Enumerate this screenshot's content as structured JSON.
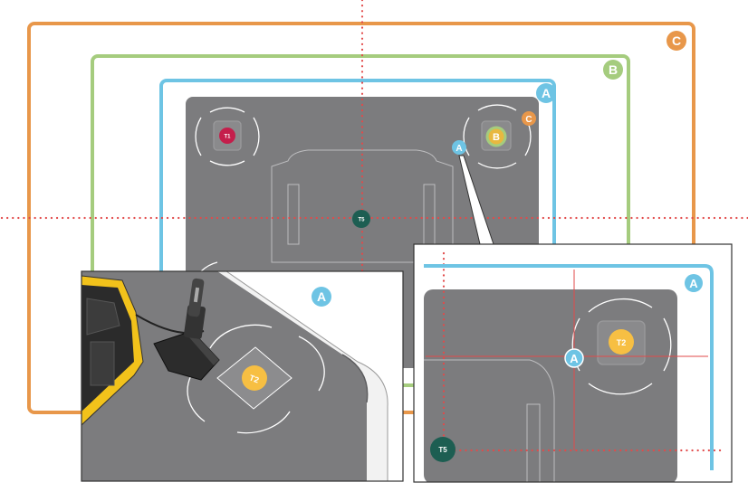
{
  "zones": {
    "c": {
      "label": "C",
      "color": "#E8974A"
    },
    "b": {
      "label": "B",
      "color": "#A5CC7E"
    },
    "a": {
      "label": "A",
      "color": "#6EC4E4"
    }
  },
  "pad": {
    "color": "#7C7C7E",
    "line": "#BDBDBF"
  },
  "targets": {
    "t1": {
      "label": "T1",
      "color": "#C41E4B"
    },
    "t2": {
      "label": "T2",
      "color": "#F7BF43"
    },
    "t5": {
      "label": "T5",
      "color": "#1D5E52"
    }
  },
  "guide_color": "#E24A4A",
  "detail_left": {
    "zone_label": "A",
    "target_label": "T2"
  },
  "detail_right": {
    "zone_label_edge": "A",
    "zone_label_point": "A",
    "target_label": "T2",
    "origin_label": "T5"
  }
}
